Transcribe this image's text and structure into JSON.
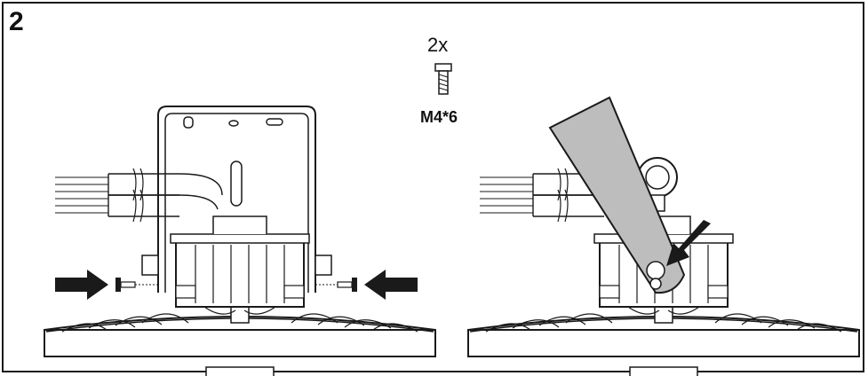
{
  "step": {
    "number": "2"
  },
  "hardware": {
    "quantity": "2x",
    "screw_size": "M4*6"
  },
  "colors": {
    "line": "#1a1a1a",
    "arrow": "#1a1a1a",
    "gray_panel": "#bdbdbd",
    "bg": "#ffffff"
  },
  "figures": [
    {
      "name": "mounting-bracket-attach",
      "icons": [
        "high-bay-light-icon",
        "u-bracket-icon",
        "screw-icon",
        "push-arrow-icon",
        "cable-icon"
      ]
    },
    {
      "name": "bracket-tighten",
      "icons": [
        "high-bay-light-icon",
        "tilted-bracket-icon",
        "eye-bolt-icon",
        "pointer-arrow-icon",
        "cable-icon"
      ]
    }
  ]
}
